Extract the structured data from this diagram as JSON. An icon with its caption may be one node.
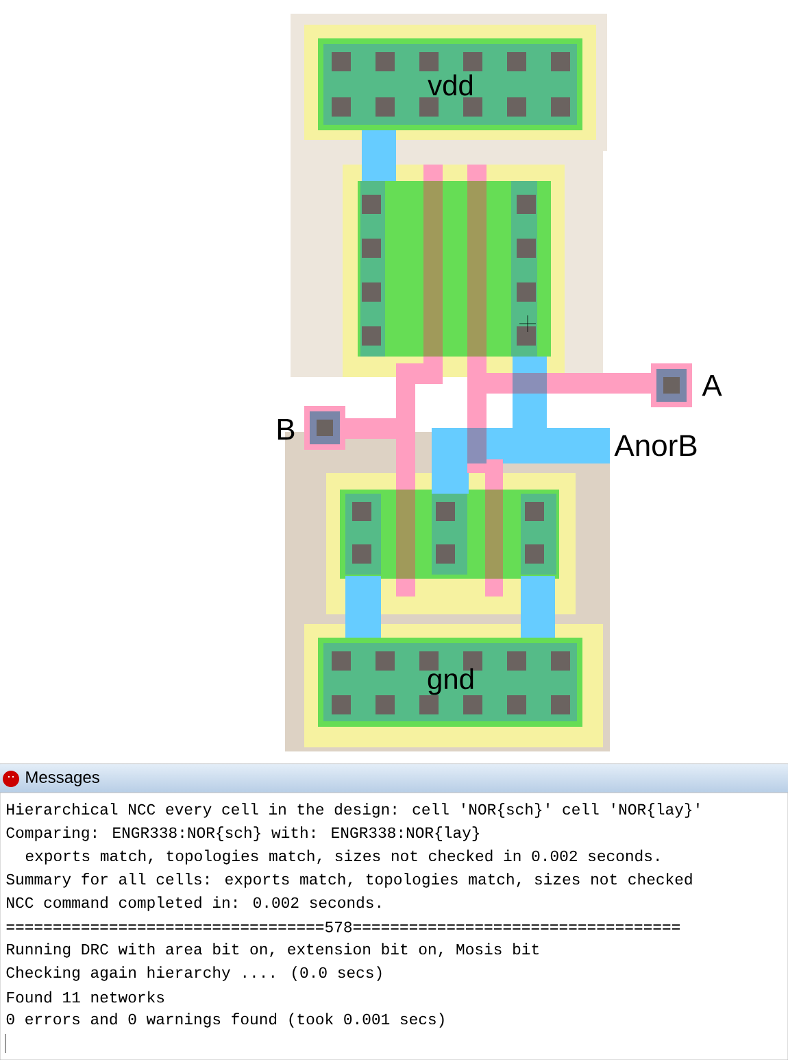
{
  "diagram": {
    "labels": [
      "vdd",
      "A",
      "B",
      "AnorB",
      "gnd",
      "Messages",
      "Hierarchical NCC every cell in the design: cell 'NOR{sch}'  cell 'NOR{lay}'",
      "Comparing: ENGR338:NOR{sch} with: ENGR338:NOR{lay}",
      "exports match, topologies match, sizes not checked in 0.002 seconds.",
      "Summary for all cells: exports match, topologies match, sizes not checked",
      "NCC command completed in: 0.002 seconds.",
      "==================================578===================================",
      "Running DRC with area bit on, extension bit on, Mosis bit",
      "Checking again hierarchy .... (0.0 secs)",
      "Found 11 networks",
      "0 errors and 0 warnings found (took 0.001 secs)"
    ]
  }
}
